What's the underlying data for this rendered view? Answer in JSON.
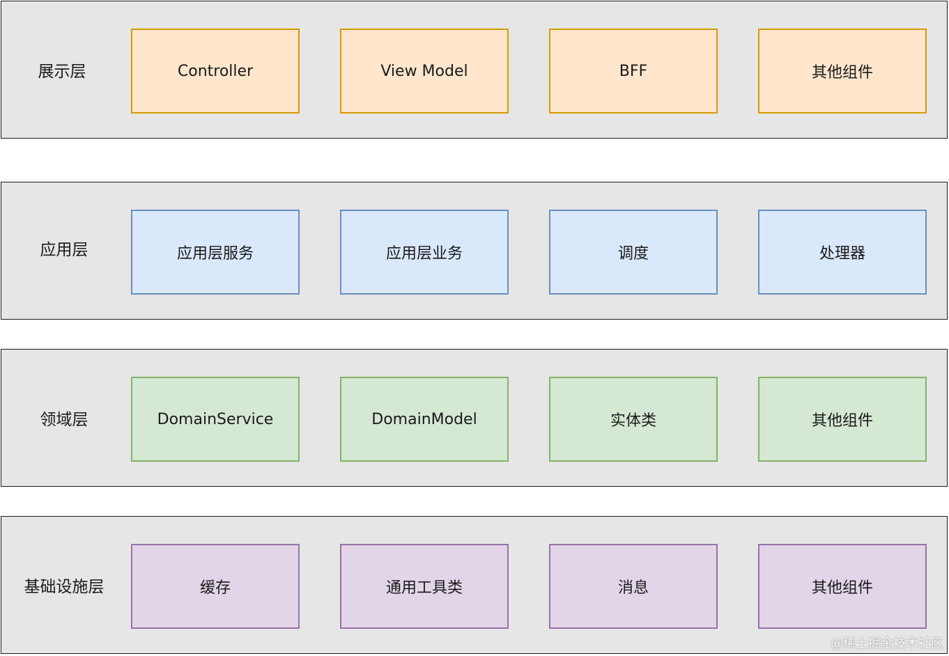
{
  "layers": [
    {
      "label": "展示层",
      "colors": {
        "fill": "#ffe6cc",
        "stroke": "#d79b00"
      },
      "items": [
        "Controller",
        "View Model",
        "BFF",
        "其他组件"
      ]
    },
    {
      "label": "应用层",
      "colors": {
        "fill": "#dae8fc",
        "stroke": "#6c8ebf"
      },
      "items": [
        "应用层服务",
        "应用层业务",
        "调度",
        "处理器"
      ]
    },
    {
      "label": "领域层",
      "colors": {
        "fill": "#d5e8d4",
        "stroke": "#82b366"
      },
      "items": [
        "DomainService",
        "DomainModel",
        "实体类",
        "其他组件"
      ]
    },
    {
      "label": "基础设施层",
      "colors": {
        "fill": "#e1d5e7",
        "stroke": "#9673a6"
      },
      "items": [
        "缓存",
        "通用工具类",
        "消息",
        "其他组件"
      ]
    }
  ],
  "layer_background": "#e6e6e6",
  "layer_border": "#1a1a1a",
  "watermark": "@稀土掘金技术社区"
}
